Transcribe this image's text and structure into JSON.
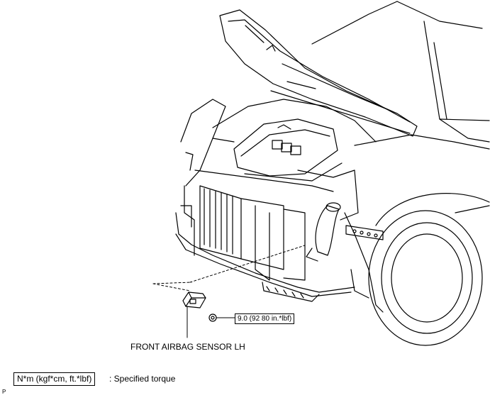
{
  "diagram": {
    "torque_value": "9.0 (92 80 in.*lbf)",
    "part_label": "FRONT AIRBAG SENSOR LH",
    "legend": {
      "unit_box": "N*m (kgf*cm, ft.*lbf)",
      "description": ": Specified torque"
    },
    "corner_mark": "P"
  }
}
